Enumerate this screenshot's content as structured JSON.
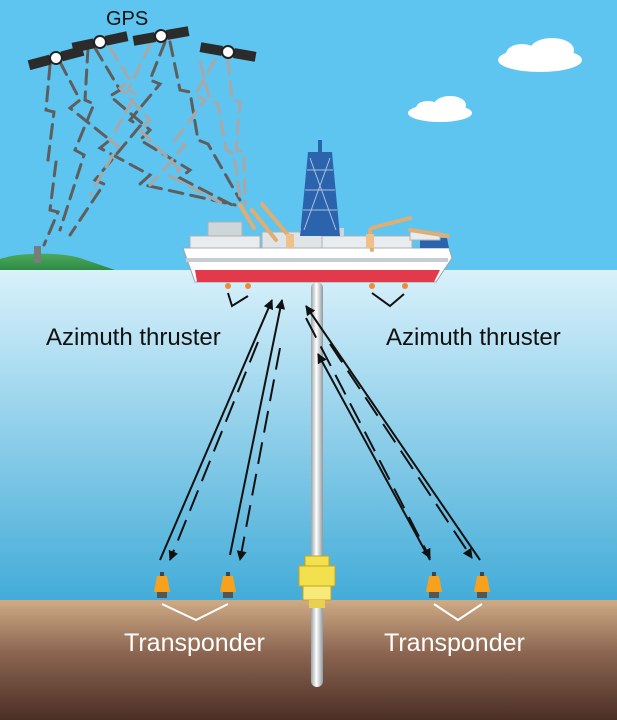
{
  "labels": {
    "gps": "GPS",
    "thruster_left": "Azimuth thruster",
    "thruster_right": "Azimuth thruster",
    "transponder_left": "Transponder",
    "transponder_right": "Transponder"
  },
  "colors": {
    "sky": "#5ec5f0",
    "sea_top": "#d9f1fb",
    "sea_bottom": "#43acd8",
    "seabed_top": "#cfab85",
    "seabed_bottom": "#4b2e25",
    "hull_red": "#e23a4a",
    "derrick_blue": "#2b64ad",
    "transponder_orange": "#f6a21c",
    "wellhead_yellow": "#f3e04d"
  },
  "icons": [
    "satellite-icon",
    "ship-icon",
    "derrick-icon",
    "transponder-icon",
    "wellhead-icon",
    "cloud-icon",
    "antenna-icon"
  ]
}
